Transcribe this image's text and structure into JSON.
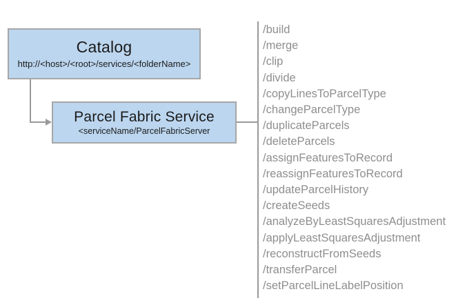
{
  "diagram": {
    "background_color": "#ffffff",
    "node_fill_color": "#bcd6ef",
    "node_border_color": "#a6a6a6",
    "connector_color": "#9a9a9a",
    "list_text_color": "#8e8e8e"
  },
  "nodes": {
    "catalog": {
      "title": "Catalog",
      "subtitle": "http://<host>/<root>/services/<folderName>"
    },
    "service": {
      "title": "Parcel Fabric Service",
      "subtitle": "<serviceName/ParcelFabricServer"
    }
  },
  "operations": [
    "/build",
    "/merge",
    "/clip",
    "/divide",
    "/copyLinesToParcelType",
    "/changeParcelType",
    "/duplicateParcels",
    "/deleteParcels",
    "/assignFeaturesToRecord",
    "/reassignFeaturesToRecord",
    "/updateParcelHistory",
    "/createSeeds",
    "/analyzeByLeastSquaresAdjustment",
    "/applyLeastSquaresAdjustment",
    "/reconstructFromSeeds",
    "/transferParcel",
    "/setParcelLineLabelPosition"
  ]
}
